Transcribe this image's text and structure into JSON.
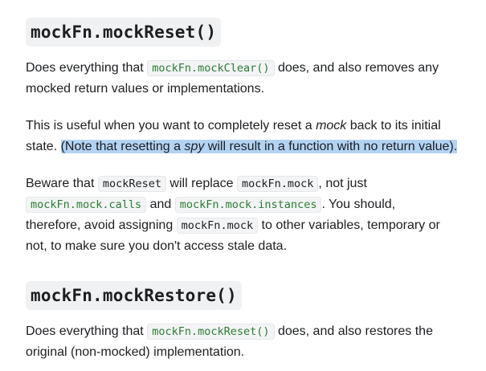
{
  "sections": [
    {
      "heading": "mockFn.mockReset()",
      "para1": {
        "t1": "Does everything that ",
        "code1": "mockFn.mockClear()",
        "t2": " does, and also removes any",
        "t3": "mocked return values or implementations."
      },
      "para2": {
        "t1": "This is useful when you want to completely reset a ",
        "em1": "mock",
        "t2": " back to its initial",
        "t3": "state. ",
        "hl1": "(Note that resetting a ",
        "em2": "spy",
        "hl2": " will result in a function with no return value)."
      },
      "para3": {
        "t1": "Beware that ",
        "code1": "mockReset",
        "t2": " will replace ",
        "code2": "mockFn.mock",
        "t3": ", not just",
        "code3": "mockFn.mock.calls",
        "t4": " and ",
        "code4": "mockFn.mock.instances",
        "t5": ". You should,",
        "t6": "therefore, avoid assigning ",
        "code5": "mockFn.mock",
        "t7": " to other variables, temporary or",
        "t8": "not, to make sure you don't access stale data."
      }
    },
    {
      "heading": "mockFn.mockRestore()",
      "para1": {
        "t1": "Does everything that ",
        "code1": "mockFn.mockReset()",
        "t2": " does, and also restores the",
        "t3": "original (non-mocked) implementation."
      }
    }
  ],
  "colors": {
    "selection": "#b3d3f3",
    "code_link": "#2e7d32",
    "heading_bg": "#f0f1f3"
  }
}
